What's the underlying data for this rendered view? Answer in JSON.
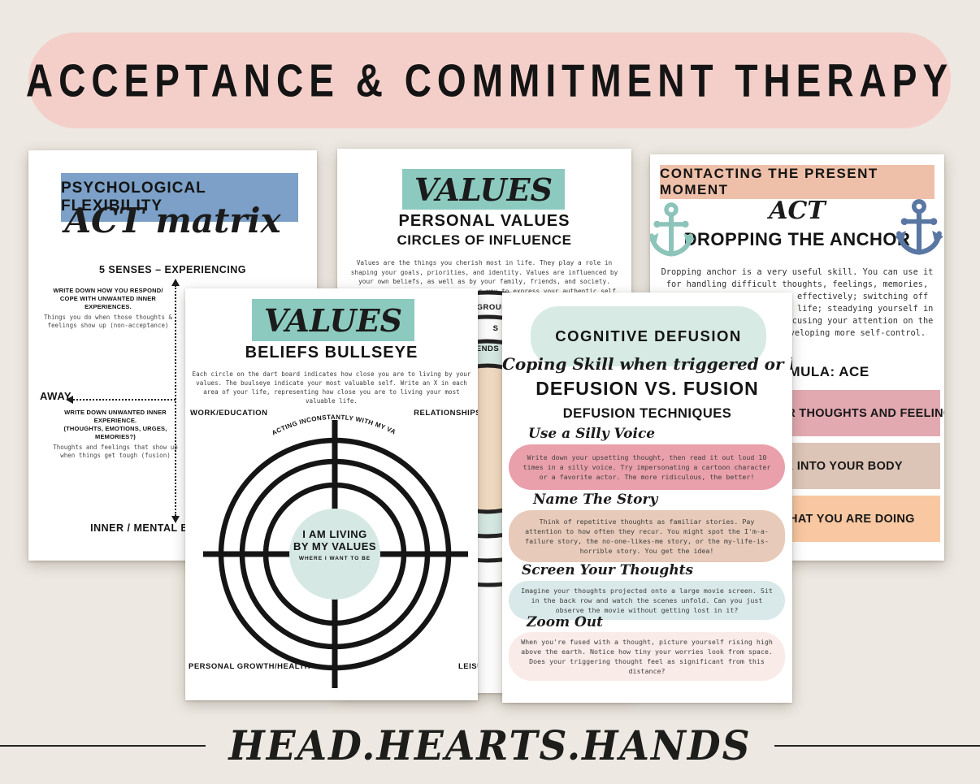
{
  "banner": {
    "title": "ACCEPTANCE & COMMITMENT THERAPY",
    "bg": "#f4cfca"
  },
  "footer": {
    "brand": "HEAD.HEARTS.HANDS"
  },
  "colors": {
    "background": "#ede8e1",
    "matrix_header_blue": "#7ca0c7",
    "values_header_teal": "#8ccabf",
    "present_header_peach": "#eec0a9",
    "defusion_header_mint": "#d7eae3",
    "anchor_left_teal": "#8cc4ba",
    "anchor_right_navy": "#5a77a3",
    "ace_bar_pink": "#e2a9b0",
    "ace_bar_tan": "#dcc4b6",
    "ace_bar_peach": "#f9c8a2",
    "technique_pink": "#e9a0ab",
    "technique_tan": "#e7cab9",
    "technique_blue": "#d9e8e8",
    "technique_blush": "#f9ebe7",
    "bullseye_center_teal": "#d5e8e4",
    "rings_mint": "#d8ebe5",
    "rings_peach": "#f3dcc3"
  },
  "matrix": {
    "title": "PSYCHOLOGICAL FLEXIBILITY",
    "script": "ACT matrix",
    "axis_top": "5 SENSES – EXPERIENCING",
    "axis_bottom": "INNER / MENTAL EXPERIENCING",
    "axis_left": "AWAY",
    "away_heading_1": "WRITE DOWN HOW YOU RESPOND/",
    "away_heading_2": "COPE WITH UNWANTED INNER EXPERIENCES.",
    "away_note": "Things you do when those thoughts & feelings show up (non-acceptance)",
    "inner_heading_1": "WRITE DOWN UNWANTED INNER EXPERIENCE.",
    "inner_heading_2": "(THOUGHTS, EMOTIONS, URGES, MEMORIES?)",
    "inner_note": "Thoughts and feelings that show up when things get tough (fusion)"
  },
  "values_circles": {
    "header_script": "VALUES",
    "title": "PERSONAL VALUES",
    "subtitle": "CIRCLES OF INFLUENCE",
    "body": "Values are the things you cherish most in life. They play a role in shaping your goals, priorities, and identity. Values are influenced by your own beliefs, as well as by your family, friends, and society. Staying true to your values enables you to express your authentic self.",
    "ring_labels": [
      "H GROUP",
      "S",
      "ENDS"
    ]
  },
  "present_moment": {
    "header": "CONTACTING THE PRESENT MOMENT",
    "script": "ACT",
    "title": "DROPPING THE ANCHOR",
    "body": "Dropping anchor is a very useful skill. You can use it for handling difficult thoughts, feelings, memories, urges and sensations more effectively; switching off auto-pilot and engaging in life; steadying yourself in difficult situations; refocusing your attention on the task or activity; and developing more self-control.",
    "formula": "THE FORMULA: ACE",
    "ace_bars": [
      {
        "label": "A = ACKNOWLEDGE YOUR THOUGHTS AND FEELINGS"
      },
      {
        "label": "C = COME BACK INTO YOUR BODY"
      },
      {
        "label": "E = ENGAGE IN WHAT YOU ARE DOING"
      }
    ]
  },
  "bullseye": {
    "header_script": "VALUES",
    "title": "BELIEFS BULLSEYE",
    "body": "Each circle on the dart board indicates how close you are to living by your values. The buulseye indicate your most valuable self. Write an X in each area of your life, representing how close you are to living your most valuable life.",
    "arc_text": "I AM ACTING INCONSTANTLY WITH MY VALUES",
    "label_top_left": "WORK/EDUCATION",
    "label_top_right": "RELATIONSHIPS",
    "label_bottom_left": "PERSONAL GROWTH/HEALTH",
    "label_bottom_right": "LEISURE",
    "center_title_1": "I AM LIVING",
    "center_title_2": "BY MY VALUES",
    "center_caption": "WHERE I WANT TO BE"
  },
  "defusion": {
    "header": "COGNITIVE DEFUSION",
    "script": "Coping Skill when triggered or lost in thought",
    "title": "DEFUSION VS. FUSION",
    "subtitle": "DEFUSION TECHNIQUES",
    "techniques": [
      {
        "name": "Use a Silly Voice",
        "text": "Write down your upsetting thought, then read it out loud 10 times in a silly voice. Try impersonating a cartoon character or a favorite actor. The more ridiculous, the better!"
      },
      {
        "name": "Name The Story",
        "text": "Think of repetitive thoughts as familiar stories. Pay attention to how often they recur. You might spot the I'm-a-failure story, the no-one-likes-me story, or the my-life-is-horrible story. You get the idea!"
      },
      {
        "name": "Screen Your Thoughts",
        "text": "Imagine your thoughts projected onto a large movie screen. Sit in the back row and watch the scenes unfold. Can you just observe the movie without getting lost in it?"
      },
      {
        "name": "Zoom Out",
        "text": "When you're fused with a thought, picture yourself rising high above the earth. Notice how tiny your worries look from space. Does your triggering thought feel as significant from this distance?"
      }
    ]
  }
}
